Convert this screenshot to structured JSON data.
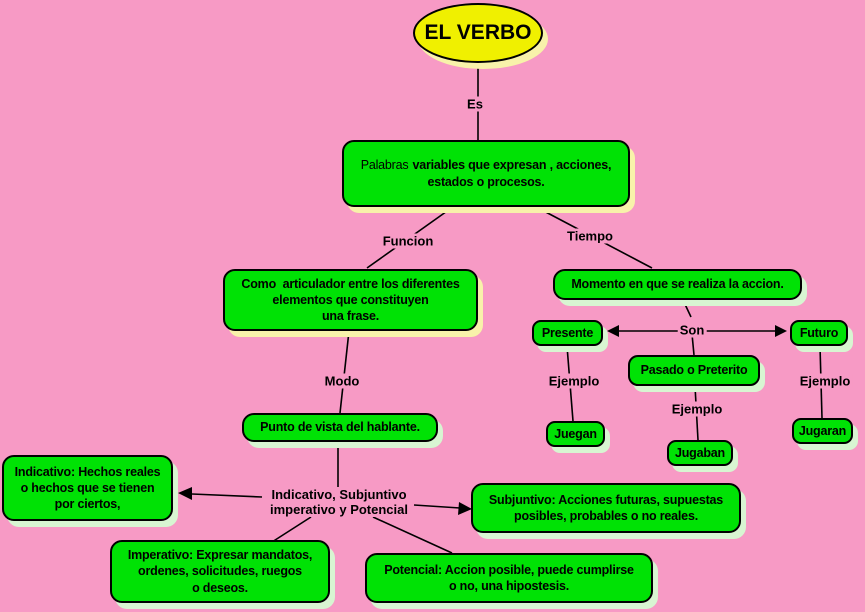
{
  "palette": {
    "background": "#F79AC5",
    "node_green": "#00E205",
    "node_yellow": "#F0F000",
    "shadow_cream": "#F8F2AA",
    "shadow_green": "#D8F5D2",
    "line_color": "#000000"
  },
  "root": {
    "title": "EL VERBO"
  },
  "connectors": {
    "es": "Es",
    "funcion": "Funcion",
    "tiempo": "Tiempo",
    "son": "Son",
    "modo": "Modo",
    "ejemplo_presente": "Ejemplo",
    "ejemplo_pasado": "Ejemplo",
    "ejemplo_futuro": "Ejemplo",
    "moods": {
      "lines": [
        "Indicativo, Subjuntivo",
        "imperativo y Potencial"
      ]
    }
  },
  "nodes": {
    "definition": {
      "line1_regular": "Palabras",
      "line1_bold": "variables que expresan , acciones,",
      "line2": "estados o procesos."
    },
    "funcion_def": {
      "lines": [
        "Como  articulador entre los diferentes",
        "elementos que constituyen",
        "una frase."
      ]
    },
    "tiempo_def": {
      "label": "Momento en que se realiza la accion."
    },
    "presente": {
      "label": "Presente"
    },
    "futuro": {
      "label": "Futuro"
    },
    "pasado": {
      "label": "Pasado o Preterito"
    },
    "juegan": {
      "label": "Juegan"
    },
    "jugaban": {
      "label": "Jugaban"
    },
    "jugaran": {
      "label": "Jugaran"
    },
    "modo_def": {
      "label": "Punto de vista del hablante."
    },
    "indicativo": {
      "lines": [
        "Indicativo: Hechos reales",
        "o hechos que se tienen",
        "por ciertos,"
      ]
    },
    "subjuntivo": {
      "lines": [
        "Subjuntivo: Acciones futuras, supuestas",
        "posibles, probables o no reales."
      ]
    },
    "imperativo": {
      "lines": [
        "Imperativo: Expresar mandatos,",
        "ordenes, solicitudes, ruegos",
        "o deseos."
      ]
    },
    "potencial": {
      "lines": [
        "Potencial: Accion posible, puede cumplirse",
        "o no, una hipostesis."
      ]
    }
  }
}
